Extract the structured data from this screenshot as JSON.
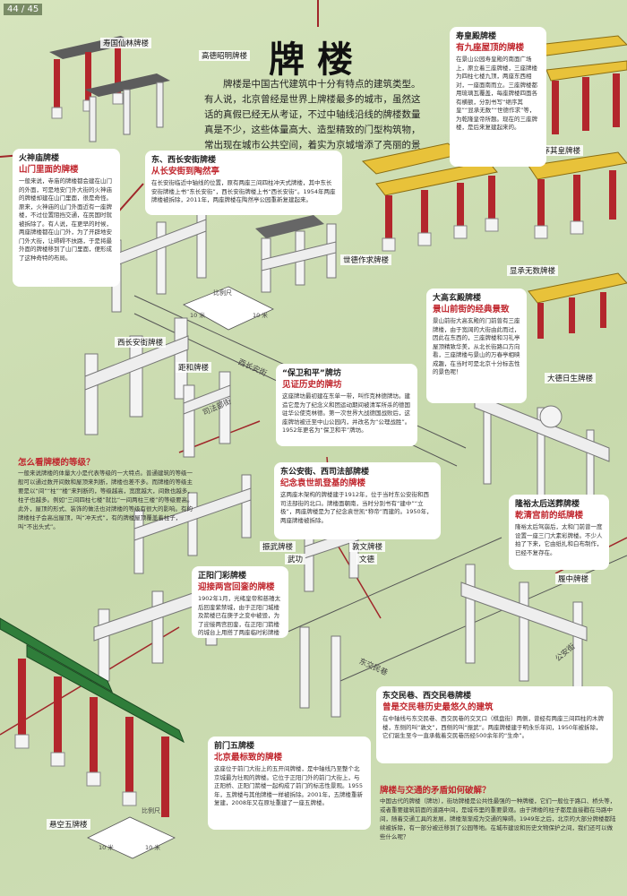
{
  "page_number": "44 / 45",
  "title": "牌楼",
  "intro": "牌楼是中国古代建筑中十分有特点的建筑类型。有人说，北京曾经是世界上牌楼最多的城市，虽然这话的真假已经无从考证，不过中轴线沿线的牌楼数量真是不少，这些体量高大、造型精致的门型构筑物，常出现在城市公共空间，着实为京城增添了亮丽的景致。",
  "gate_labels": {
    "shouguo": "寿国仙林牌楼",
    "gaode": "高德昭明牌楼",
    "jizhu": "继序其皇牌楼",
    "shide": "世德作求牌楼",
    "xiancheng": "显承无数牌楼",
    "xichang": "西长安街牌楼",
    "juheng": "距和牌楼",
    "dade": "大德日生牌楼",
    "zhenwu": "振武牌楼",
    "wuzhong": "武功",
    "dunwen": "敦文牌楼",
    "wende": "文德",
    "lvzhong": "履中牌楼",
    "xuankong": "悬空五牌楼"
  },
  "roads": {
    "xichanganjie": "西长安街",
    "sifajie": "司法部街",
    "dongjiaominxiang": "东交民巷",
    "gonganjie": "公安街"
  },
  "scale": {
    "label": "比例尺",
    "unit_a": "10 米",
    "unit_b": "10 米"
  },
  "sections": {
    "huoshen": {
      "heading": "火神庙牌楼",
      "subtitle": "山门里面的牌楼",
      "text": "一般来说，寺庙的牌楼都会建在山门的外面，可是地安门外大街的火神庙的牌楼却建在山门里面，很是奇怪。原来，火神庙的山门外面近有一座牌楼，不过位置阻挡交通，在民国时就被拆除了。有人说，在更早的时候，两座牌楼都在山门外，为了开辟地安门外大街，让碍碍不扶路，于是将最外面的牌楼移到了山门里面，便形成了这种奇特的布局。"
    },
    "dongxi": {
      "heading": "东、西长安街牌楼",
      "subtitle": "从长安街到陶然亭",
      "text": "在长安街临近中轴线的位置，原有两座三间四柱冲天式牌楼，其中东长安街牌楼上书“东长安街”，西长安街牌楼上书“西长安街”。1954年两座牌楼被拆除，2011年，两座牌楼在陶然亭公园重新复建起来。"
    },
    "shouhuang": {
      "heading": "寿皇殿牌楼",
      "subtitle": "有九座屋顶的牌楼",
      "text": "在景山公园寿皇殿的南面广场上，原立着三座牌楼，三座牌楼为四柱七楼九顶，两座东西相对，一座面南而立。三座牌楼都用琉璃瓦覆盖，每座牌楼四面各有横额，分别书写“继序其皇”“显承无数”“世德作求”等，为乾隆皇帝所题。现在的三座牌楼，是后来复建起来的。"
    },
    "daxuan": {
      "heading": "大高玄殿牌楼",
      "subtitle": "景山前街的经典景致",
      "text": "景山前街大高玄殿的门前曾有三座牌楼，由于宽阔的大街由此而过，因此在东西的，三座牌楼和习礼亭屋顶精致华美，从北长街路口方向看，三座牌楼与景山的万春亭相映成趣，在当时可是北京十分标志性的景色呢！"
    },
    "baowei": {
      "heading": "“保卫和平”牌坊",
      "subtitle": "见证历史的牌坊",
      "text": "这座牌坊最初建在东单一带，叫作克林德牌坊。建造它是为了纪念义和团运动期间被清军所杀的德国驻华公使克林德。第一次世界大战德国战败后，这座牌坊被迁至中山公园内，并改名为“公理战胜”。1952年更名为“保卫和平”牌坊。"
    },
    "dongxi_sifa": {
      "heading": "东公安街、西司法部牌楼",
      "subtitle": "纪念袁世凯登基的牌楼",
      "text": "这两座木架构的牌楼建于1912年，位于当时东公安街和西司法部街的北口。牌楼面朝南，当时分别书有“建中”“立极”，两座牌楼是为了纪念袁世凯“称帝”而建的。1950年，两座牌楼被拆除。"
    },
    "zhengyang": {
      "heading": "正阳门彩牌楼",
      "subtitle": "迎接两宫回銮的牌楼",
      "text": "1902年1月，光绪皇帝和慈禧太后回銮紫禁城，由于正阳门城楼及箭楼已在庚子之变中被毁，为了迎接两宫回銮，在正阳门箭楼的城台上用搭了两座临时彩牌楼应急。"
    },
    "longyu": {
      "heading": "隆裕太后送葬牌楼",
      "subtitle": "乾清宫前的纸牌楼",
      "text": "隆裕太后驾崩后，太和门前曾一度设置一座三门大素彩牌楼。不少人拍了下来，它由纸扎和白布制作，已经不复存在。"
    },
    "qianmen": {
      "heading": "前门五牌楼",
      "subtitle": "北京最标致的牌楼",
      "text": "这座位于前门大街上的五开间牌楼，是中轴线乃至整个北京城最为壮观的牌楼。它位于正阳门外的前门大街上，与正阳桥、正阳门箭楼一起构成了前门的标志性景观。1955年，五牌楼与其他牌楼一样被拆除。2001年，五牌楼重新复建，2008年又在原址重建了一座五牌楼。"
    },
    "dongjiao": {
      "heading": "东交民巷、西交民巷牌楼",
      "subtitle": "曾是交民巷历史最悠久的建筑",
      "text": "在中轴线与东交民巷、西交民巷的交叉口（棋盘街）两侧，曾经有两座三间四柱的木牌楼，东侧的叫“敦文”，西侧的叫“振武”。两座牌楼建于明永乐年间，1950年被拆除，它们诞生至今一直承载着交民巷历经500余年的“生命”。"
    },
    "dengji": {
      "heading": "怎么看牌楼的等级？",
      "text": "一般来说牌楼的体量大小是代表等级的一大特点。普通建筑的等级一般可以通过数开间数和屋顶来判断，牌楼也差不多。而牌楼的等级主要是以“间”“柱”“楼”来判断的，等级越高，宽度越大，间数也越多，柱子也越多。例如“三间四柱七楼”就比“一间两柱三楼”的等级要高。此外，屋顶的形式、装饰的做法也对牌楼的等级有很大的影响。有的牌楼柱子会高出屋顶，叫“冲天式”，有的牌楼屋顶覆盖着柱子，叫“不出头式”。"
    },
    "jiaotong": {
      "heading": "牌楼与交通的矛盾如何破解？",
      "text": "中国古代的牌楼（牌坊），街坊牌楼是公共性最强的一种牌楼，它们一般位于路口、桥头等，或者重要建筑前面的道路中间，是城市里的重要景观。由于牌楼的柱子都是直接戳在马路中间，随着交通工具的发展，牌楼渐渐成为交通的障碍。1949年之后，北京的大部分牌楼都陆续被拆除，有一部分被迁移到了公园等地。在城市建设和历史文物保护之间，我们还可以做些什么呢？"
    }
  },
  "colors": {
    "accent_red": "#c0262d",
    "bar_red": "#9b1c1f",
    "background": "#c9dcb0",
    "roof_yellow": "#e8c23a",
    "roof_green": "#2f7d3a",
    "roof_grey": "#6a6a6a",
    "pillar_red": "#b3262c"
  }
}
